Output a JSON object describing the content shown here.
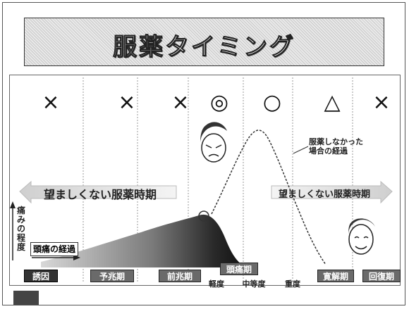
{
  "title": "服薬タイミング",
  "evaluations": [
    "×",
    "×",
    "×",
    "◎",
    "○",
    "△",
    "×"
  ],
  "unfavorable_left": "望ましくない服薬時期",
  "unfavorable_right": "望ましくない服薬時期",
  "untreated_note": [
    "服薬しなかった",
    "場合の経過"
  ],
  "y_axis_label": "痛みの程度",
  "x_axis_label": "頭痛の経過",
  "stages": {
    "trigger": "誘因",
    "premonitory": "予兆期",
    "prodrome": "前兆期",
    "headache": "頭痛期",
    "mild": "軽度",
    "moderate": "中等度",
    "severe": "重度",
    "resolution": "寛解期",
    "recovery": "回復期"
  }
}
